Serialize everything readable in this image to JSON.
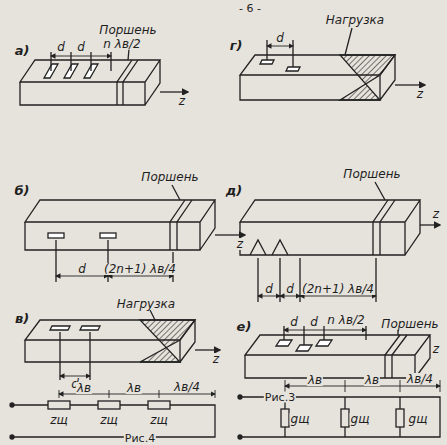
{
  "diagram": {
    "labels": [
      "- 6 -",
      "а)",
      "d",
      "d",
      "n λв/2",
      "Поршень",
      "г)",
      "d",
      "Нагрузка",
      "б)",
      "Поршень",
      "d",
      "(2n+1) λв/4",
      "д)",
      "Поршень",
      "d",
      "d",
      "(2n+1) λв/4",
      "в)",
      "Нагрузка",
      "d",
      "е)",
      "d",
      "d",
      "n λв/2",
      "Поршень",
      "z",
      "z",
      "z",
      "z",
      "z",
      "z",
      "Рис.3",
      "Рис.4",
      "λв",
      "λв",
      "λв/4",
      "zщ",
      "zщ",
      "zщ",
      "λв",
      "λв",
      "λв/4",
      "gщ",
      "gщ",
      "gщ"
    ]
  }
}
